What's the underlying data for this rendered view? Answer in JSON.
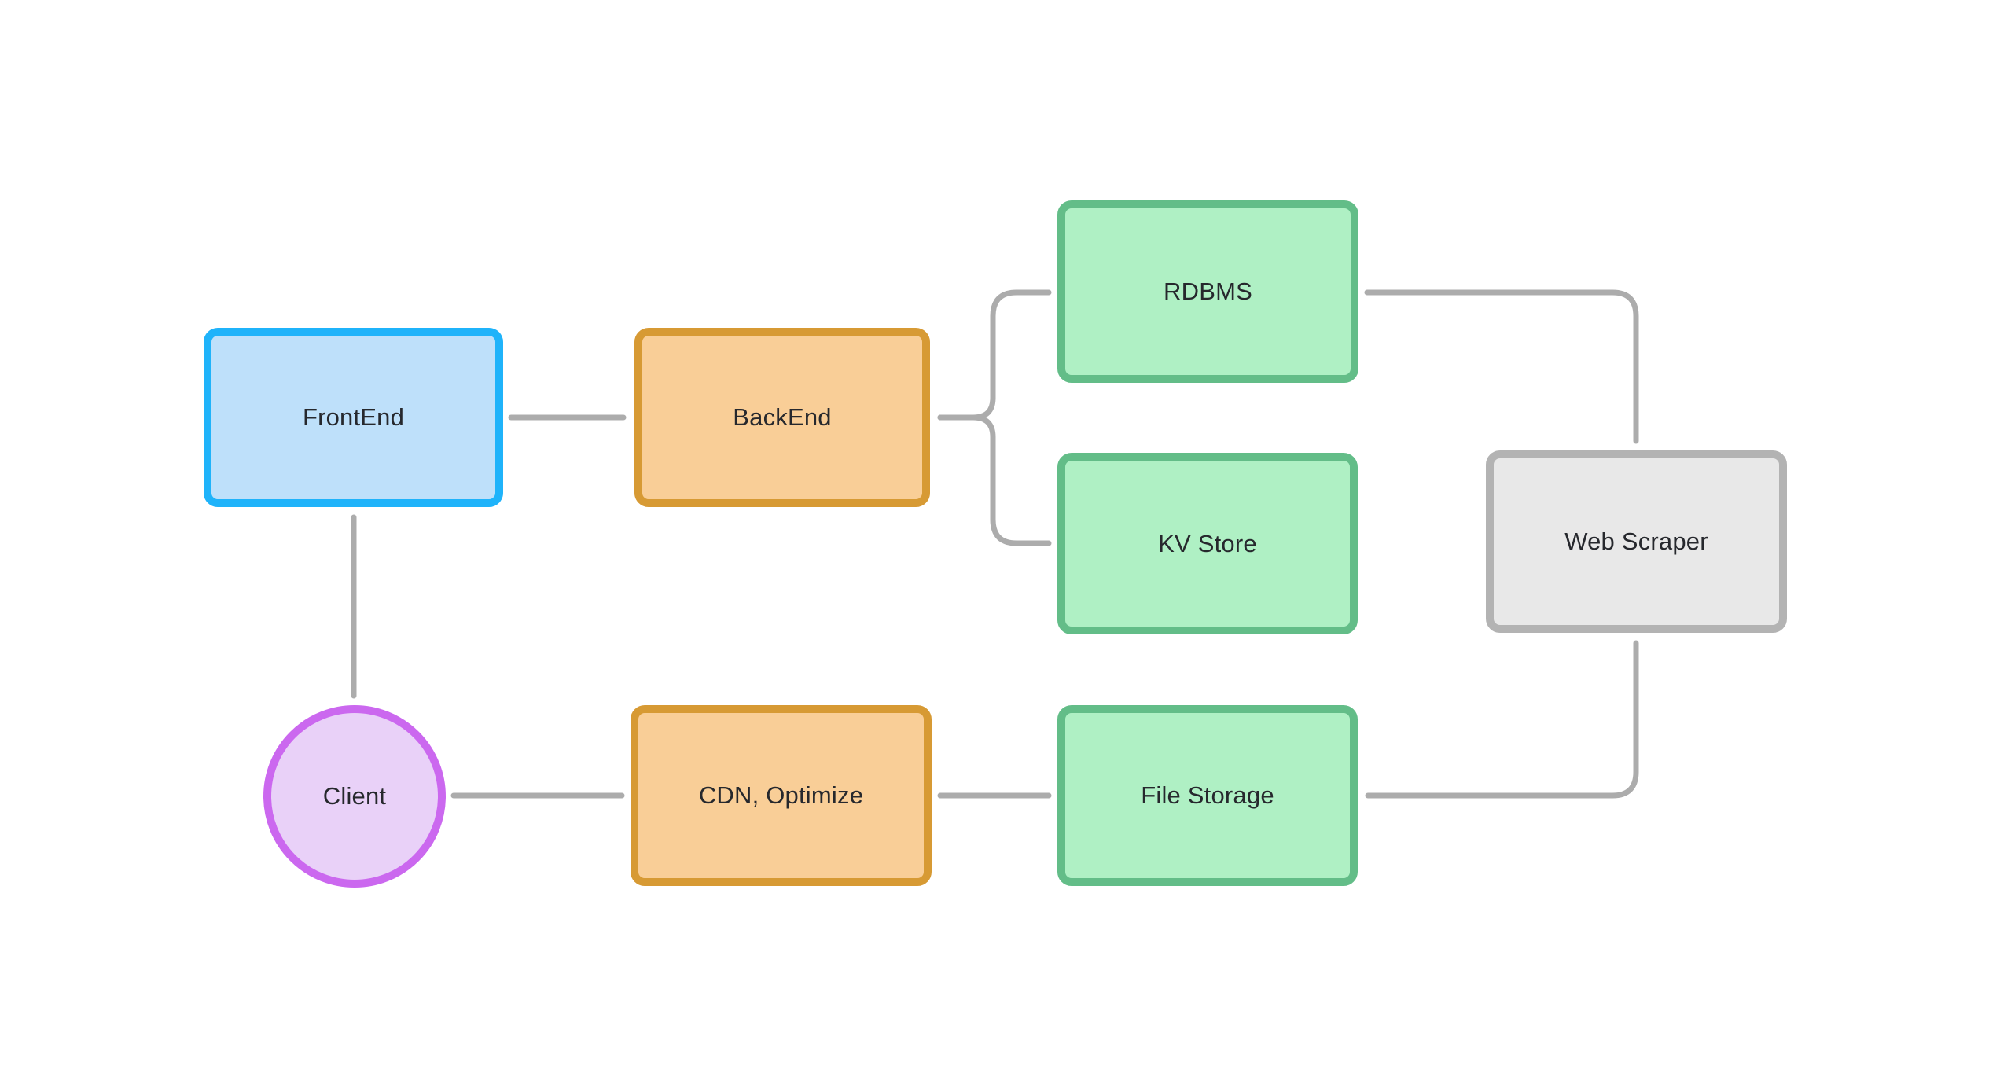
{
  "diagram": {
    "title": "web-architecture-flowchart",
    "background_color": "#FFFFFF",
    "connector_color": "#ACACAC",
    "label_color": "#26282D"
  },
  "nodes": [
    {
      "id": "frontend",
      "label": "FrontEnd",
      "shape": "rect",
      "fill": "#BEE0FA",
      "border": "#1FB3FA"
    },
    {
      "id": "backend",
      "label": "BackEnd",
      "shape": "rect",
      "fill": "#F9CE97",
      "border": "#D79A34"
    },
    {
      "id": "rdbms",
      "label": "RDBMS",
      "shape": "rect",
      "fill": "#AFF0C4",
      "border": "#63BD88"
    },
    {
      "id": "kv_store",
      "label": "KV Store",
      "shape": "rect",
      "fill": "#AFF0C4",
      "border": "#63BD88"
    },
    {
      "id": "web_scraper",
      "label": "Web Scraper",
      "shape": "rect",
      "fill": "#E8E8E8",
      "border": "#B3B3B3"
    },
    {
      "id": "client",
      "label": "Client",
      "shape": "circle",
      "fill": "#E9D1F8",
      "border": "#CB68EF"
    },
    {
      "id": "cdn",
      "label": "CDN, Optimize",
      "shape": "rect",
      "fill": "#F9CE97",
      "border": "#D79A34"
    },
    {
      "id": "file_storage",
      "label": "File Storage",
      "shape": "rect",
      "fill": "#AFF0C4",
      "border": "#63BD88"
    }
  ],
  "edges": [
    {
      "from": "frontend",
      "to": "backend"
    },
    {
      "from": "frontend",
      "to": "client"
    },
    {
      "from": "backend",
      "to": "rdbms"
    },
    {
      "from": "backend",
      "to": "kv_store"
    },
    {
      "from": "rdbms",
      "to": "web_scraper"
    },
    {
      "from": "client",
      "to": "cdn"
    },
    {
      "from": "cdn",
      "to": "file_storage"
    },
    {
      "from": "file_storage",
      "to": "web_scraper"
    }
  ]
}
